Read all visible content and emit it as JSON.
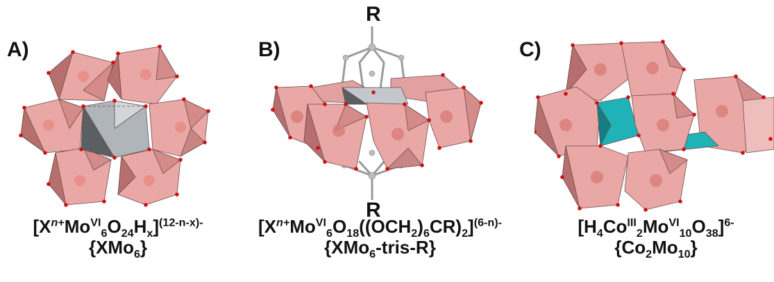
{
  "panels": [
    {
      "label": "A)",
      "formula": {
        "open": "[X",
        "sup1": "n+",
        "mo": "Mo",
        "sup2": "VI",
        "sub1": "6",
        "o": "O",
        "sub2": "24",
        "h": "H",
        "sub3": "x",
        "close": "]",
        "charge": "(12-n-x)-"
      },
      "short": {
        "pre": "{XMo",
        "sub": "6",
        "post": "}"
      }
    },
    {
      "label": "B)",
      "r_top": "R",
      "r_bottom": "R",
      "formula": {
        "open": "[X",
        "sup1": "n+",
        "mo": "Mo",
        "sup2": "VI",
        "sub1": "6",
        "o": "O",
        "sub2": "18",
        "mid": "((OCH",
        "sub3": "2",
        "mid2": ")",
        "sub4": "6",
        "cr": "CR)",
        "sub5": "2",
        "close": "]",
        "charge": "(6-n)-"
      },
      "short": {
        "pre": "{XMo",
        "sub": "6",
        "post": "-tris-R}"
      }
    },
    {
      "label": "C)",
      "formula": {
        "open": "[H",
        "sub1": "4",
        "co": "Co",
        "sup1": "III",
        "sub2": "2",
        "mo": "Mo",
        "sup2": "VI",
        "sub3": "10",
        "o": "O",
        "sub4": "38",
        "close": "]",
        "charge": "6-"
      },
      "short": {
        "pre": "{Co",
        "sub1": "2",
        "mid": "Mo",
        "sub2": "10",
        "post": "}"
      }
    }
  ],
  "colors": {
    "octa_fill": "#e9a8a6",
    "octa_dark": "#b66f6d",
    "octa_edge": "#6a4a4a",
    "center_grey": "#b0b5ba",
    "center_dark": "#5a5f64",
    "cyan": "#1fb3b8",
    "oxygen": "#cc1111",
    "ligand": "#9a9a9a"
  }
}
